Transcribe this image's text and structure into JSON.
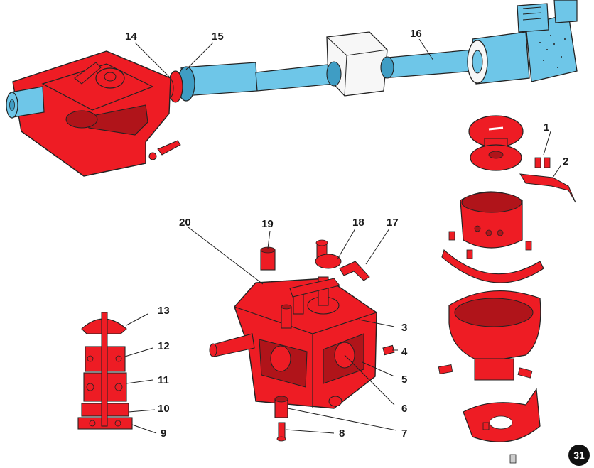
{
  "colors": {
    "part_red": "#ee1c24",
    "dark_red": "#b0141a",
    "shaft_blue": "#6ec6e8",
    "shaft_blue_dark": "#3f9dc4",
    "bearing_white": "#f7f7f7",
    "outline": "#222222"
  },
  "callouts": {
    "l1": "1",
    "l2": "2",
    "l3": "3",
    "l4": "4",
    "l5": "5",
    "l6": "6",
    "l7": "7",
    "l8": "8",
    "l9": "9",
    "l10": "10",
    "l11": "11",
    "l12": "12",
    "l13": "13",
    "l14": "14",
    "l15": "15",
    "l16": "16",
    "l17": "17",
    "l18": "18",
    "l19": "19",
    "l20": "20"
  },
  "figure": {
    "number": "31"
  }
}
